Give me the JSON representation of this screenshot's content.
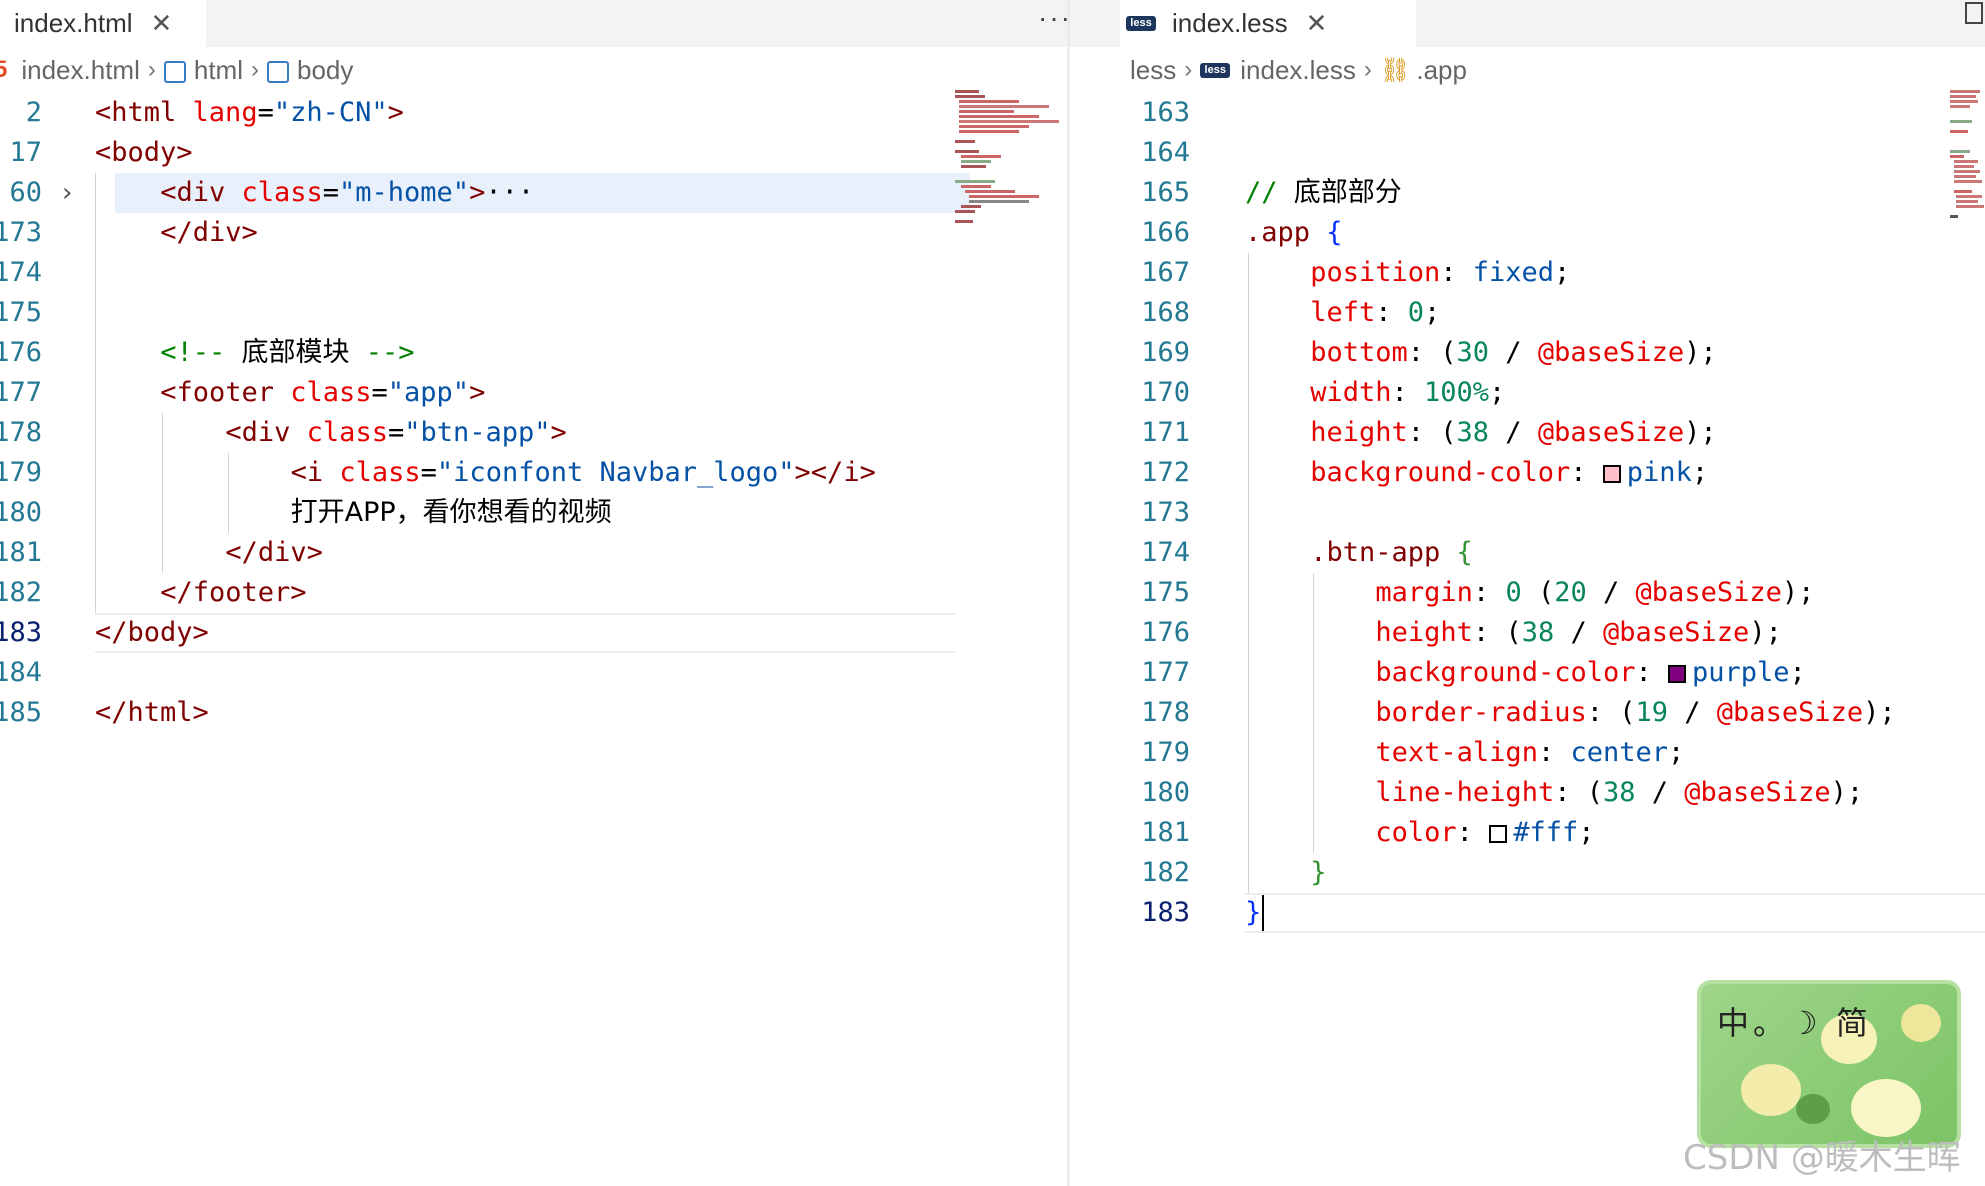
{
  "left": {
    "tab_title": "index.html",
    "tab_close": "✕",
    "more_label": "···",
    "breadcrumb": [
      "index.html",
      "html",
      "body"
    ],
    "lines": [
      {
        "num": "2",
        "parts": [
          [
            "tg",
            "<html "
          ],
          [
            "at",
            "lang"
          ],
          [
            "pu",
            "="
          ],
          [
            "st",
            "\"zh-CN\""
          ],
          [
            "tg",
            ">"
          ]
        ]
      },
      {
        "num": "17",
        "parts": [
          [
            "tg",
            "<body>"
          ]
        ]
      },
      {
        "num": "60",
        "parts": [
          [
            "tg",
            "<div "
          ],
          [
            "at",
            "class"
          ],
          [
            "pu",
            "="
          ],
          [
            "st",
            "\"m-home\""
          ],
          [
            "tg",
            ">"
          ],
          [
            "pu",
            "···"
          ]
        ]
      },
      {
        "num": "173",
        "parts": [
          [
            "tg",
            "</div>"
          ]
        ]
      },
      {
        "num": "174",
        "parts": []
      },
      {
        "num": "175",
        "parts": []
      },
      {
        "num": "176",
        "parts": [
          [
            "cm",
            "<!-- "
          ],
          [
            "cmj",
            "底部模块"
          ],
          [
            "cm",
            " -->"
          ]
        ]
      },
      {
        "num": "177",
        "parts": [
          [
            "tg",
            "<footer "
          ],
          [
            "at",
            "class"
          ],
          [
            "pu",
            "="
          ],
          [
            "st",
            "\"app\""
          ],
          [
            "tg",
            ">"
          ]
        ]
      },
      {
        "num": "178",
        "parts": [
          [
            "tg",
            "<div "
          ],
          [
            "at",
            "class"
          ],
          [
            "pu",
            "="
          ],
          [
            "st",
            "\"btn-app\""
          ],
          [
            "tg",
            ">"
          ]
        ]
      },
      {
        "num": "179",
        "parts": [
          [
            "tg",
            "<i "
          ],
          [
            "at",
            "class"
          ],
          [
            "pu",
            "="
          ],
          [
            "st",
            "\"iconfont Navbar_logo\""
          ],
          [
            "tg",
            "></i>"
          ]
        ]
      },
      {
        "num": "180",
        "parts": [
          [
            "cjk",
            "打开APP，看你想看的视频"
          ]
        ]
      },
      {
        "num": "181",
        "parts": [
          [
            "tg",
            "</div>"
          ]
        ]
      },
      {
        "num": "182",
        "parts": [
          [
            "tg",
            "</footer>"
          ]
        ]
      },
      {
        "num": "183",
        "parts": [
          [
            "tg",
            "</body>"
          ]
        ]
      },
      {
        "num": "184",
        "parts": []
      },
      {
        "num": "185",
        "parts": [
          [
            "tg",
            "</html>"
          ]
        ]
      }
    ]
  },
  "right": {
    "tab_title": "index.less",
    "tab_close": "✕",
    "badge": "less",
    "breadcrumb": [
      "less",
      "index.less",
      ".app"
    ],
    "lines": [
      {
        "num": "163",
        "parts": []
      },
      {
        "num": "164",
        "parts": []
      },
      {
        "num": "165",
        "parts": [
          [
            "cm",
            "// "
          ],
          [
            "cmj",
            "底部部分"
          ]
        ]
      },
      {
        "num": "166",
        "parts": [
          [
            "sel",
            ".app "
          ],
          [
            "br2",
            "{"
          ]
        ]
      },
      {
        "num": "167",
        "parts": [
          [
            "prop",
            "position"
          ],
          [
            "pu",
            ": "
          ],
          [
            "val",
            "fixed"
          ],
          [
            "pu",
            ";"
          ]
        ]
      },
      {
        "num": "168",
        "parts": [
          [
            "prop",
            "left"
          ],
          [
            "pu",
            ": "
          ],
          [
            "num",
            "0"
          ],
          [
            "pu",
            ";"
          ]
        ]
      },
      {
        "num": "169",
        "parts": [
          [
            "prop",
            "bottom"
          ],
          [
            "pu",
            ": "
          ],
          [
            "br",
            "("
          ],
          [
            "num",
            "30"
          ],
          [
            "pu",
            " / "
          ],
          [
            "at",
            "@baseSize"
          ],
          [
            "br",
            ")"
          ],
          [
            "pu",
            ";"
          ]
        ]
      },
      {
        "num": "170",
        "parts": [
          [
            "prop",
            "width"
          ],
          [
            "pu",
            ": "
          ],
          [
            "num",
            "100%"
          ],
          [
            "pu",
            ";"
          ]
        ]
      },
      {
        "num": "171",
        "parts": [
          [
            "prop",
            "height"
          ],
          [
            "pu",
            ": "
          ],
          [
            "br",
            "("
          ],
          [
            "num",
            "38"
          ],
          [
            "pu",
            " / "
          ],
          [
            "at",
            "@baseSize"
          ],
          [
            "br",
            ")"
          ],
          [
            "pu",
            ";"
          ]
        ]
      },
      {
        "num": "172",
        "parts": [
          [
            "prop",
            "background-color"
          ],
          [
            "pu",
            ": "
          ],
          [
            "sw",
            "#ffc0cb"
          ],
          [
            "val",
            "pink"
          ],
          [
            "pu",
            ";"
          ]
        ]
      },
      {
        "num": "173",
        "parts": []
      },
      {
        "num": "174",
        "parts": [
          [
            "sel",
            ".btn-app "
          ],
          [
            "br3",
            "{"
          ]
        ]
      },
      {
        "num": "175",
        "parts": [
          [
            "prop",
            "margin"
          ],
          [
            "pu",
            ": "
          ],
          [
            "num",
            "0"
          ],
          [
            "pu",
            " "
          ],
          [
            "br",
            "("
          ],
          [
            "num",
            "20"
          ],
          [
            "pu",
            " / "
          ],
          [
            "at",
            "@baseSize"
          ],
          [
            "br",
            ")"
          ],
          [
            "pu",
            ";"
          ]
        ]
      },
      {
        "num": "176",
        "parts": [
          [
            "prop",
            "height"
          ],
          [
            "pu",
            ": "
          ],
          [
            "br",
            "("
          ],
          [
            "num",
            "38"
          ],
          [
            "pu",
            " / "
          ],
          [
            "at",
            "@baseSize"
          ],
          [
            "br",
            ")"
          ],
          [
            "pu",
            ";"
          ]
        ]
      },
      {
        "num": "177",
        "parts": [
          [
            "prop",
            "background-color"
          ],
          [
            "pu",
            ": "
          ],
          [
            "sw",
            "#800080"
          ],
          [
            "val",
            "purple"
          ],
          [
            "pu",
            ";"
          ]
        ]
      },
      {
        "num": "178",
        "parts": [
          [
            "prop",
            "border-radius"
          ],
          [
            "pu",
            ": "
          ],
          [
            "br",
            "("
          ],
          [
            "num",
            "19"
          ],
          [
            "pu",
            " / "
          ],
          [
            "at",
            "@baseSize"
          ],
          [
            "br",
            ")"
          ],
          [
            "pu",
            ";"
          ]
        ]
      },
      {
        "num": "179",
        "parts": [
          [
            "prop",
            "text-align"
          ],
          [
            "pu",
            ": "
          ],
          [
            "val",
            "center"
          ],
          [
            "pu",
            ";"
          ]
        ]
      },
      {
        "num": "180",
        "parts": [
          [
            "prop",
            "line-height"
          ],
          [
            "pu",
            ": "
          ],
          [
            "br",
            "("
          ],
          [
            "num",
            "38"
          ],
          [
            "pu",
            " / "
          ],
          [
            "at",
            "@baseSize"
          ],
          [
            "br",
            ")"
          ],
          [
            "pu",
            ";"
          ]
        ]
      },
      {
        "num": "181",
        "parts": [
          [
            "prop",
            "color"
          ],
          [
            "pu",
            ": "
          ],
          [
            "sw",
            "#ffffff"
          ],
          [
            "val",
            "#fff"
          ],
          [
            "pu",
            ";"
          ]
        ]
      },
      {
        "num": "182",
        "parts": [
          [
            "br3",
            "}"
          ]
        ]
      },
      {
        "num": "183",
        "parts": [
          [
            "br2",
            "}"
          ]
        ]
      }
    ]
  },
  "ime": {
    "label": "中。☽ 简"
  },
  "watermark": "CSDN @暖木生晖",
  "colors": {
    "accent": "#0078d4",
    "tag": "#800000",
    "attr": "#e50000",
    "string": "#0451a5"
  }
}
